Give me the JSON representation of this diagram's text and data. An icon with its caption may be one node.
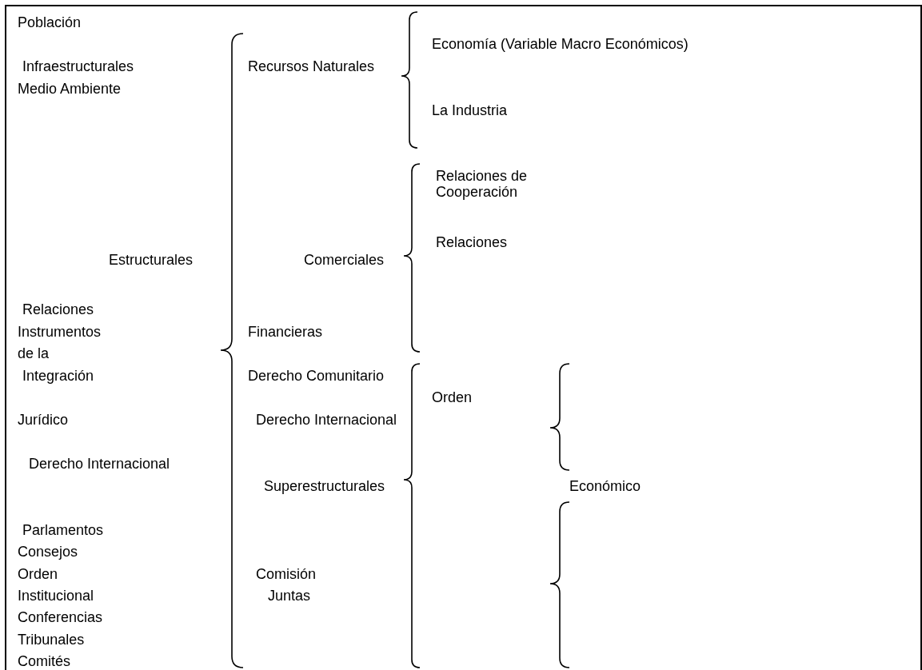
{
  "diagram": {
    "labels": [
      "Población",
      "Economía (Variable Macro Económicos)",
      "Infraestructurales",
      "Recursos Naturales",
      "Medio Ambiente",
      "La Industria",
      "Relaciones de Cooperación",
      "Relaciones",
      "Estructurales",
      "Comerciales",
      "Relaciones",
      "Instrumentos",
      "Financieras",
      "de la",
      "Integración",
      "Derecho Comunitario",
      "Orden",
      "Jurídico",
      "Derecho Internacional",
      "Derecho Internacional",
      "Superestructurales",
      "Económico",
      "Parlamentos",
      "Consejos",
      "Orden",
      "Comisión",
      "Institucional",
      "Juntas",
      "Conferencias",
      "Tribunales",
      "Comités"
    ]
  }
}
